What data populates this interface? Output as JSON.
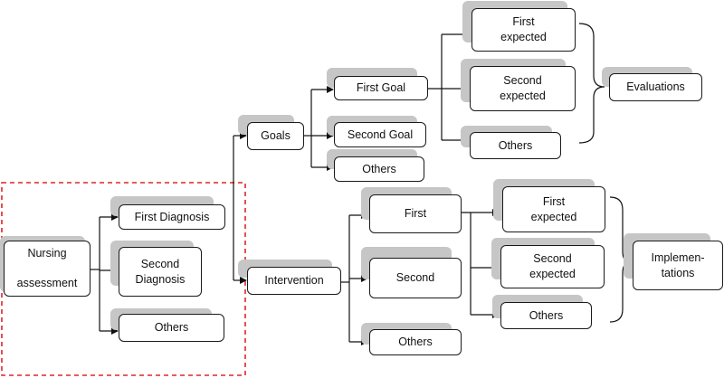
{
  "diagram": {
    "left": {
      "nursing_assessment": "Nursing\n\nassessment",
      "first_diagnosis": "First Diagnosis",
      "second_diagnosis": "Second\nDiagnosis",
      "others": "Others"
    },
    "goals_branch": {
      "goals": "Goals",
      "first_goal": "First Goal",
      "second_goal": "Second Goal",
      "others": "Others",
      "first_expected": "First\nexpected",
      "second_expected": "Second\nexpected",
      "expected_others": "Others",
      "evaluations": "Evaluations"
    },
    "intervention_branch": {
      "intervention": "Intervention",
      "first": "First",
      "second": "Second",
      "others": "Others",
      "first_expected": "First\nexpected",
      "second_expected": "Second\nexpected",
      "expected_others": "Others",
      "implementations": "Implemen-\ntations"
    }
  },
  "colors": {
    "highlight_border": "#e0252a",
    "shadow": "#c6c6c6",
    "line": "#111111"
  }
}
